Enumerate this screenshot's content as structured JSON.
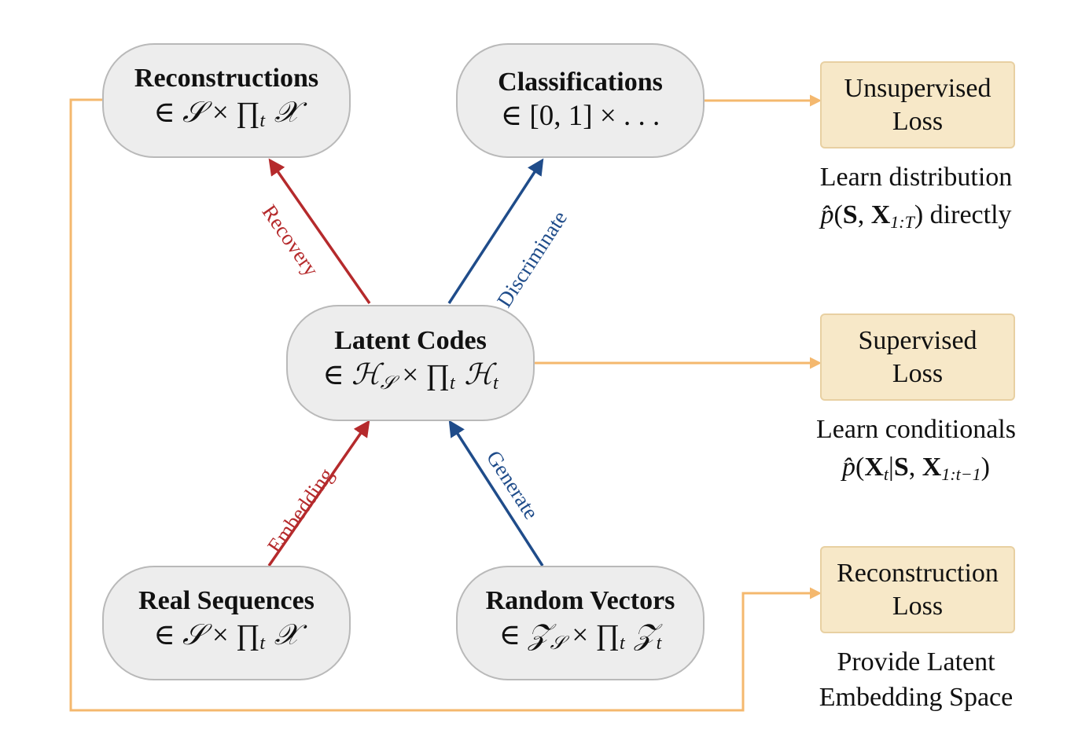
{
  "nodes": {
    "reconstructions": {
      "title": "Reconstructions",
      "math_prefix": "∈ ",
      "math_a": "𝒮",
      "math_b": " × ∏",
      "math_sub": "t",
      "math_c": " 𝒳"
    },
    "classifications": {
      "title": "Classifications",
      "math": "∈ [0, 1] × . . ."
    },
    "latent_codes": {
      "title": "Latent Codes",
      "math_prefix": "∈ ",
      "math_a": "ℋ",
      "math_a_sub": "𝒮",
      "math_b": " × ∏",
      "math_sub": "t",
      "math_c": " ℋ",
      "math_c_sub": "t"
    },
    "real_sequences": {
      "title": "Real Sequences",
      "math_prefix": "∈ ",
      "math_a": "𝒮",
      "math_b": " × ∏",
      "math_sub": "t",
      "math_c": " 𝒳"
    },
    "random_vectors": {
      "title": "Random Vectors",
      "math_prefix": "∈ ",
      "math_a": "𝒵",
      "math_a_sub": "𝒮",
      "math_b": " × ∏",
      "math_sub": "t",
      "math_c": " 𝒵",
      "math_c_sub": "t"
    }
  },
  "edges": {
    "recovery": "Recovery",
    "discriminate": "Discriminate",
    "embedding": "Embedding",
    "generate": "Generate"
  },
  "losses": {
    "unsupervised": {
      "line1": "Unsupervised",
      "line2": "Loss"
    },
    "supervised": {
      "line1": "Supervised",
      "line2": "Loss"
    },
    "reconstruction": {
      "line1": "Reconstruction",
      "line2": "Loss"
    }
  },
  "captions": {
    "unsupervised": {
      "line1": "Learn distribution",
      "math_p": "p̂",
      "math_open": "(",
      "math_S": "S",
      "math_comma": ", ",
      "math_X": "X",
      "math_sub": "1:T",
      "math_close": ")",
      "suffix": " directly"
    },
    "supervised": {
      "line1": "Learn conditionals",
      "math_p": "p̂",
      "math_open": "(",
      "math_X": "X",
      "math_Xsub": "t",
      "math_bar": "|",
      "math_S": "S",
      "math_comma": ", ",
      "math_X2": "X",
      "math_sub2": "1:t−1",
      "math_close": ")"
    },
    "reconstruction": {
      "line1": "Provide Latent",
      "line2": "Embedding Space"
    }
  },
  "colors": {
    "red_edge": "#b52a2c",
    "blue_edge": "#1f4c8a",
    "orange_line": "#f4b86e",
    "node_fill": "#ededed",
    "node_border": "#b9b9b9",
    "loss_fill": "#f7e8c8",
    "loss_border": "#e8d0a2"
  }
}
